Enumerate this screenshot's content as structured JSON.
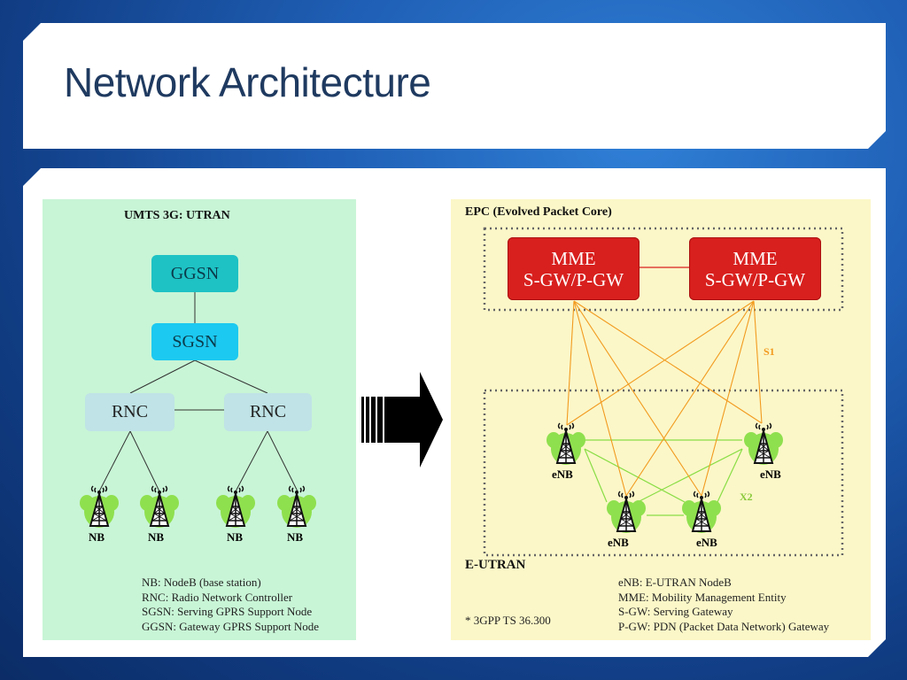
{
  "slide": {
    "title": "Network Architecture"
  },
  "umts": {
    "heading": "UMTS 3G: UTRAN",
    "ggsn": "GGSN",
    "sgsn": "SGSN",
    "rnc_left": "RNC",
    "rnc_right": "RNC",
    "nb_labels": [
      "NB",
      "NB",
      "NB",
      "NB"
    ],
    "legend": [
      "NB: NodeB (base station)",
      "RNC: Radio Network Controller",
      "SGSN: Serving GPRS Support Node",
      "GGSN: Gateway GPRS Support Node"
    ]
  },
  "lte": {
    "epc_heading": "EPC (Evolved Packet Core)",
    "mme_left": {
      "line1": "MME",
      "line2": "S-GW/P-GW"
    },
    "mme_right": {
      "line1": "MME",
      "line2": "S-GW/P-GW"
    },
    "s1_label": "S1",
    "x2_label": "X2",
    "enb_labels": [
      "eNB",
      "eNB",
      "eNB",
      "eNB"
    ],
    "eutran_heading": "E-UTRAN",
    "footnote": "* 3GPP TS 36.300",
    "legend": [
      "eNB: E-UTRAN NodeB",
      "MME: Mobility Management Entity",
      "S-GW: Serving Gateway",
      "P-GW: PDN (Packet Data Network) Gateway"
    ]
  },
  "colors": {
    "ggsn": "#1ec2c4",
    "sgsn": "#1cc9f0",
    "rnc": "#bfe3e6",
    "mme": "#d8201e",
    "s1_line": "#f29a1e",
    "x2_line": "#88dd44",
    "tower_bg": "#8fe04e"
  },
  "icons": {
    "arrow": "right-arrow-icon",
    "tower": "cell-tower-icon"
  }
}
